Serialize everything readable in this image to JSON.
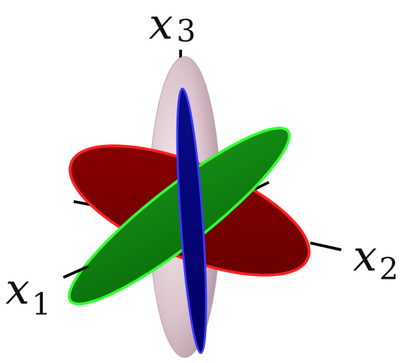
{
  "axes": {
    "x1": {
      "symbol": "x",
      "subscript": "1"
    },
    "x2": {
      "symbol": "x",
      "subscript": "2"
    },
    "x3": {
      "symbol": "x",
      "subscript": "3"
    }
  },
  "colors": {
    "ellipsoid_light": "#f1e9ee",
    "ellipsoid_mid": "#d9bec8",
    "ellipsoid_dark": "#9e7e8a",
    "red_disc": "#7a0000",
    "red_disc_edge": "#ff1a1a",
    "green_disc": "#0b7a0b",
    "green_disc_edge": "#33ff33",
    "blue_disc": "#00007a",
    "blue_disc_edge": "#3333ff",
    "axis_line": "#000000"
  }
}
